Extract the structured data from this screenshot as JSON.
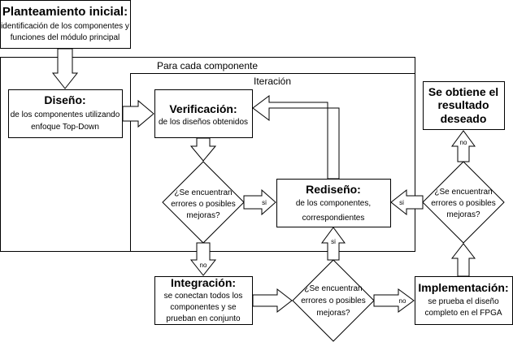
{
  "nodes": {
    "planteamiento": {
      "title": "Planteamiento inicial:",
      "lines": [
        "identificación de los componentes y",
        "funciones del módulo principal"
      ]
    },
    "para_cada": {
      "label": "Para cada componente"
    },
    "iteracion": {
      "label": "Iteración"
    },
    "diseno": {
      "title": "Diseño:",
      "lines": [
        "de los componentes utilizando",
        "enfoque Top-Down"
      ]
    },
    "verificacion": {
      "title": "Verificación:",
      "lines": [
        "de los diseños obtenidos"
      ]
    },
    "rediseno": {
      "title": "Rediseño:",
      "lines": [
        "de los componentes,",
        "correspondientes"
      ]
    },
    "decision_1": {
      "lines": [
        "¿Se encuentran",
        "errores o posibles",
        "mejoras?"
      ]
    },
    "decision_2": {
      "lines": [
        "¿Se encuentran",
        "errores o posibles",
        "mejoras?"
      ]
    },
    "decision_3": {
      "lines": [
        "¿Se encuentran",
        "errores o posibles",
        "mejoras?"
      ]
    },
    "integracion": {
      "title": "Integración:",
      "lines": [
        "se conectan todos los",
        "componentes y se",
        "prueban en conjunto"
      ]
    },
    "implementacion": {
      "title": "Implementación:",
      "lines": [
        "se prueba el diseño",
        "completo en el FPGA"
      ]
    },
    "resultado": {
      "lines": [
        "Se obtiene el",
        "resultado",
        "deseado"
      ]
    }
  },
  "edge_labels": {
    "d1_si": "si",
    "d1_no": "no",
    "d2_si": "si",
    "d2_no": "no",
    "d3_si": "si",
    "d3_no": "no"
  }
}
